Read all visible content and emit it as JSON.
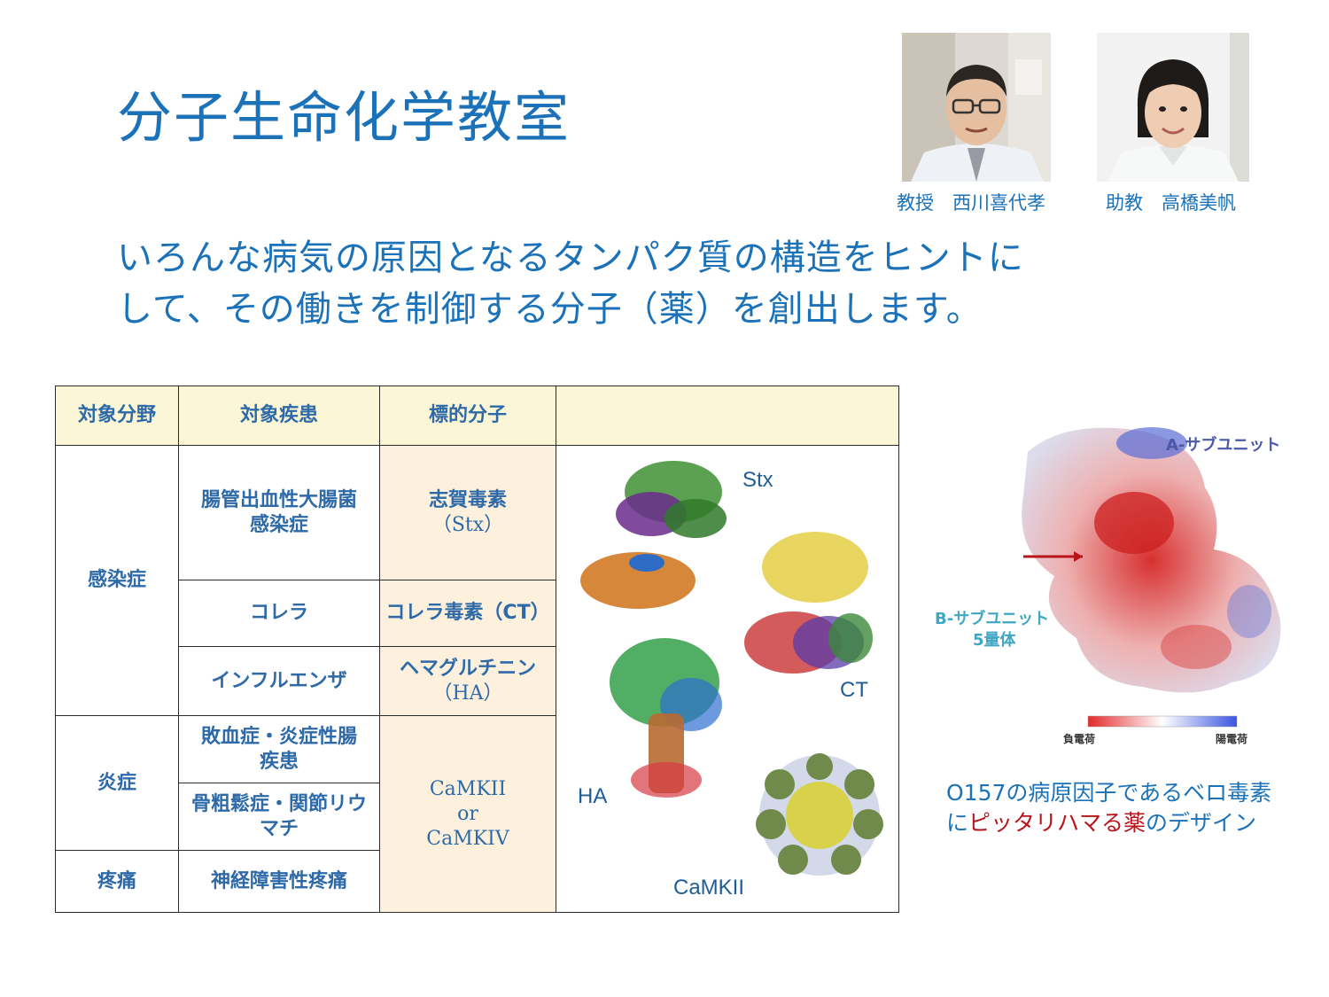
{
  "title": "分子生命化学教室",
  "staff": [
    {
      "caption": "教授　西川喜代孝",
      "photo_icon": "professor-portrait"
    },
    {
      "caption": "助教　高橋美帆",
      "photo_icon": "assistant-professor-portrait"
    }
  ],
  "intro": {
    "line1": "いろんな病気の原因となるタンパク質の構造をヒントに",
    "line2": "して、その働きを制御する分子（薬）を創出します。"
  },
  "table": {
    "headers": [
      "対象分野",
      "対象疾患",
      "標的分子",
      ""
    ],
    "fields": {
      "infection": "感染症",
      "inflammation": "炎症",
      "pain": "疼痛"
    },
    "diseases": {
      "ehec": "腸管出血性大腸菌感染症",
      "ehec_1": "腸管出血性大腸菌",
      "ehec_2": "感染症",
      "cholera": "コレラ",
      "influenza": "インフルエンザ",
      "sepsis_1": "敗血症・炎症性腸",
      "sepsis_2": "疾患",
      "osteo_1": "骨粗鬆症・関節リウ",
      "osteo_2": "マチ",
      "neuro": "神経障害性疼痛"
    },
    "targets": {
      "stx_1": "志賀毒素",
      "stx_2": "（Stx）",
      "ct": "コレラ毒素（CT）",
      "ha_1": "ヘマグルチニン",
      "ha_2": "（HA）",
      "camk_1": "CaMKII",
      "camk_2": "or",
      "camk_3": "CaMKIV"
    },
    "structure_labels": {
      "stx": "Stx",
      "ct": "CT",
      "ha": "HA",
      "camk": "CaMKII"
    }
  },
  "figure": {
    "a_subunit": "A-サブユニット",
    "b_subunit_1": "B-サブユニット",
    "b_subunit_2": "5量体",
    "neg_charge": "負電荷",
    "pos_charge": "陽電荷",
    "caption_1": "O157",
    "caption_2": "の病原因子であるベロ毒素に",
    "caption_3": "ピッタリハマる薬",
    "caption_4": "のデザイン"
  },
  "colors": {
    "title_blue": "#1b72b8",
    "header_bg": "#fbf6d6",
    "target_bg": "#fdf1de",
    "accent_red": "#b8141b"
  }
}
